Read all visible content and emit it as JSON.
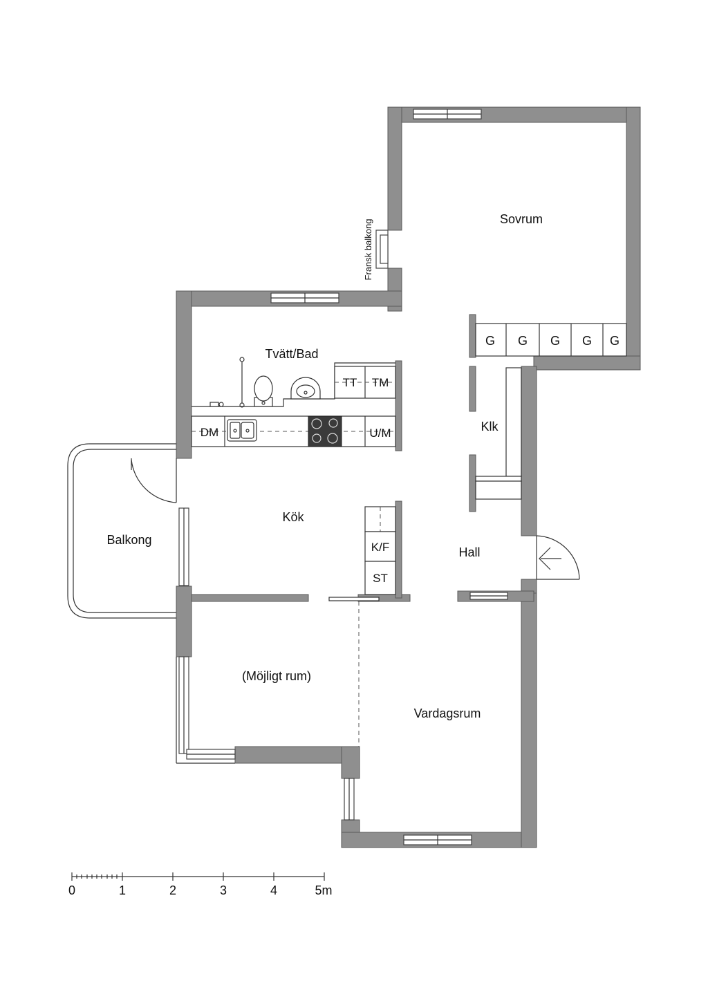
{
  "rooms": {
    "sovrum": "Sovrum",
    "fransk_balkong": "Fransk balkong",
    "tvatt_bad": "Tvätt/Bad",
    "klk": "Klk",
    "kok": "Kök",
    "balkong": "Balkong",
    "hall": "Hall",
    "mojligt_rum": "(Möjligt rum)",
    "vardagsrum": "Vardagsrum"
  },
  "fixtures": {
    "wardrobe": [
      "G",
      "G",
      "G",
      "G",
      "G"
    ],
    "tt": "TT",
    "tm": "TM",
    "dm": "DM",
    "um": "U/M",
    "kf": "K/F",
    "st": "ST"
  },
  "scale": {
    "labels": [
      "0",
      "1",
      "2",
      "3",
      "4",
      "5m"
    ]
  },
  "colors": {
    "wall": "#8f8f8f",
    "stove": "#3a3a3a"
  }
}
